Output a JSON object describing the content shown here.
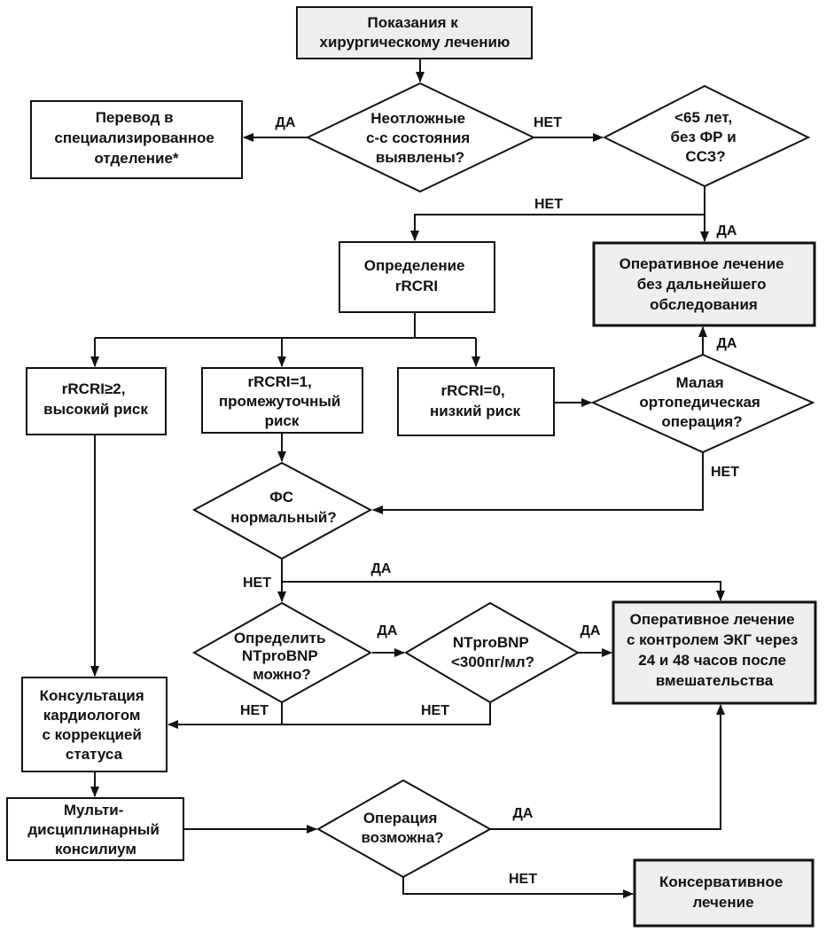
{
  "nodes": {
    "start": {
      "lines": [
        "Показания к",
        "хирургическому лечению"
      ],
      "shape": "box",
      "fill": "#eeeeee"
    },
    "transfer": {
      "lines": [
        "Перевод в",
        "специализированное",
        "отделение*"
      ],
      "shape": "box"
    },
    "urgent": {
      "lines": [
        "Неотложные",
        "с-с состояния",
        "выявлены?"
      ],
      "shape": "diamond"
    },
    "young": {
      "lines": [
        "<65 лет,",
        "без ФР и",
        "ССЗ?"
      ],
      "shape": "diamond"
    },
    "rcri": {
      "lines": [
        "Определение",
        "rRCRI"
      ],
      "shape": "box"
    },
    "surgery_no_exam": {
      "lines": [
        "Оперативное лечение",
        "без дальнейшего",
        "обследования"
      ],
      "shape": "box",
      "fill": "#eeeeee"
    },
    "high_risk": {
      "lines": [
        "rRCRI≥2,",
        "высокий риск"
      ],
      "shape": "box"
    },
    "mid_risk": {
      "lines": [
        "rRCRI=1,",
        "промежуточный",
        "риск"
      ],
      "shape": "box"
    },
    "low_risk": {
      "lines": [
        "rRCRI=0,",
        "низкий риск"
      ],
      "shape": "box"
    },
    "minor_ortho": {
      "lines": [
        "Малая",
        "ортопедическая",
        "операция?"
      ],
      "shape": "diamond"
    },
    "fs_normal": {
      "lines": [
        "ФС",
        "нормальный?"
      ],
      "shape": "diamond"
    },
    "ntprobnp_possible": {
      "lines": [
        "Определить",
        "NTproBNP",
        "можно?"
      ],
      "shape": "diamond"
    },
    "ntprobnp_value": {
      "lines": [
        "NTproBNP",
        "<300пг/мл?"
      ],
      "shape": "diamond"
    },
    "surgery_ecg": {
      "lines": [
        "Оперативное лечение",
        "с контролем ЭКГ через",
        "24 и 48 часов после",
        "вмешательства"
      ],
      "shape": "box",
      "fill": "#eeeeee"
    },
    "cardio_consult": {
      "lines": [
        "Консультация",
        "кардиологом",
        "с коррекцией",
        "статуса"
      ],
      "shape": "box"
    },
    "council": {
      "lines": [
        "Мульти-",
        "дисциплинарный",
        "консилиум"
      ],
      "shape": "box"
    },
    "op_possible": {
      "lines": [
        "Операция",
        "возможна?"
      ],
      "shape": "diamond"
    },
    "conservative": {
      "lines": [
        "Консервативное",
        "лечение"
      ],
      "shape": "box",
      "fill": "#eeeeee"
    }
  },
  "edge_labels": {
    "urgent_yes": "ДА",
    "urgent_no": "НЕТ",
    "young_no": "НЕТ",
    "young_yes": "ДА",
    "minor_yes": "ДА",
    "minor_no": "НЕТ",
    "fs_yes": "ДА",
    "fs_no": "НЕТ",
    "ntp_possible_yes": "ДА",
    "ntp_possible_no": "НЕТ",
    "ntp_value_yes": "ДА",
    "ntp_value_no": "НЕТ",
    "op_yes": "ДА",
    "op_no": "НЕТ"
  },
  "colors": {
    "line": "#111111",
    "highlight_fill": "#eeeeee",
    "plain_fill": "#ffffff"
  }
}
